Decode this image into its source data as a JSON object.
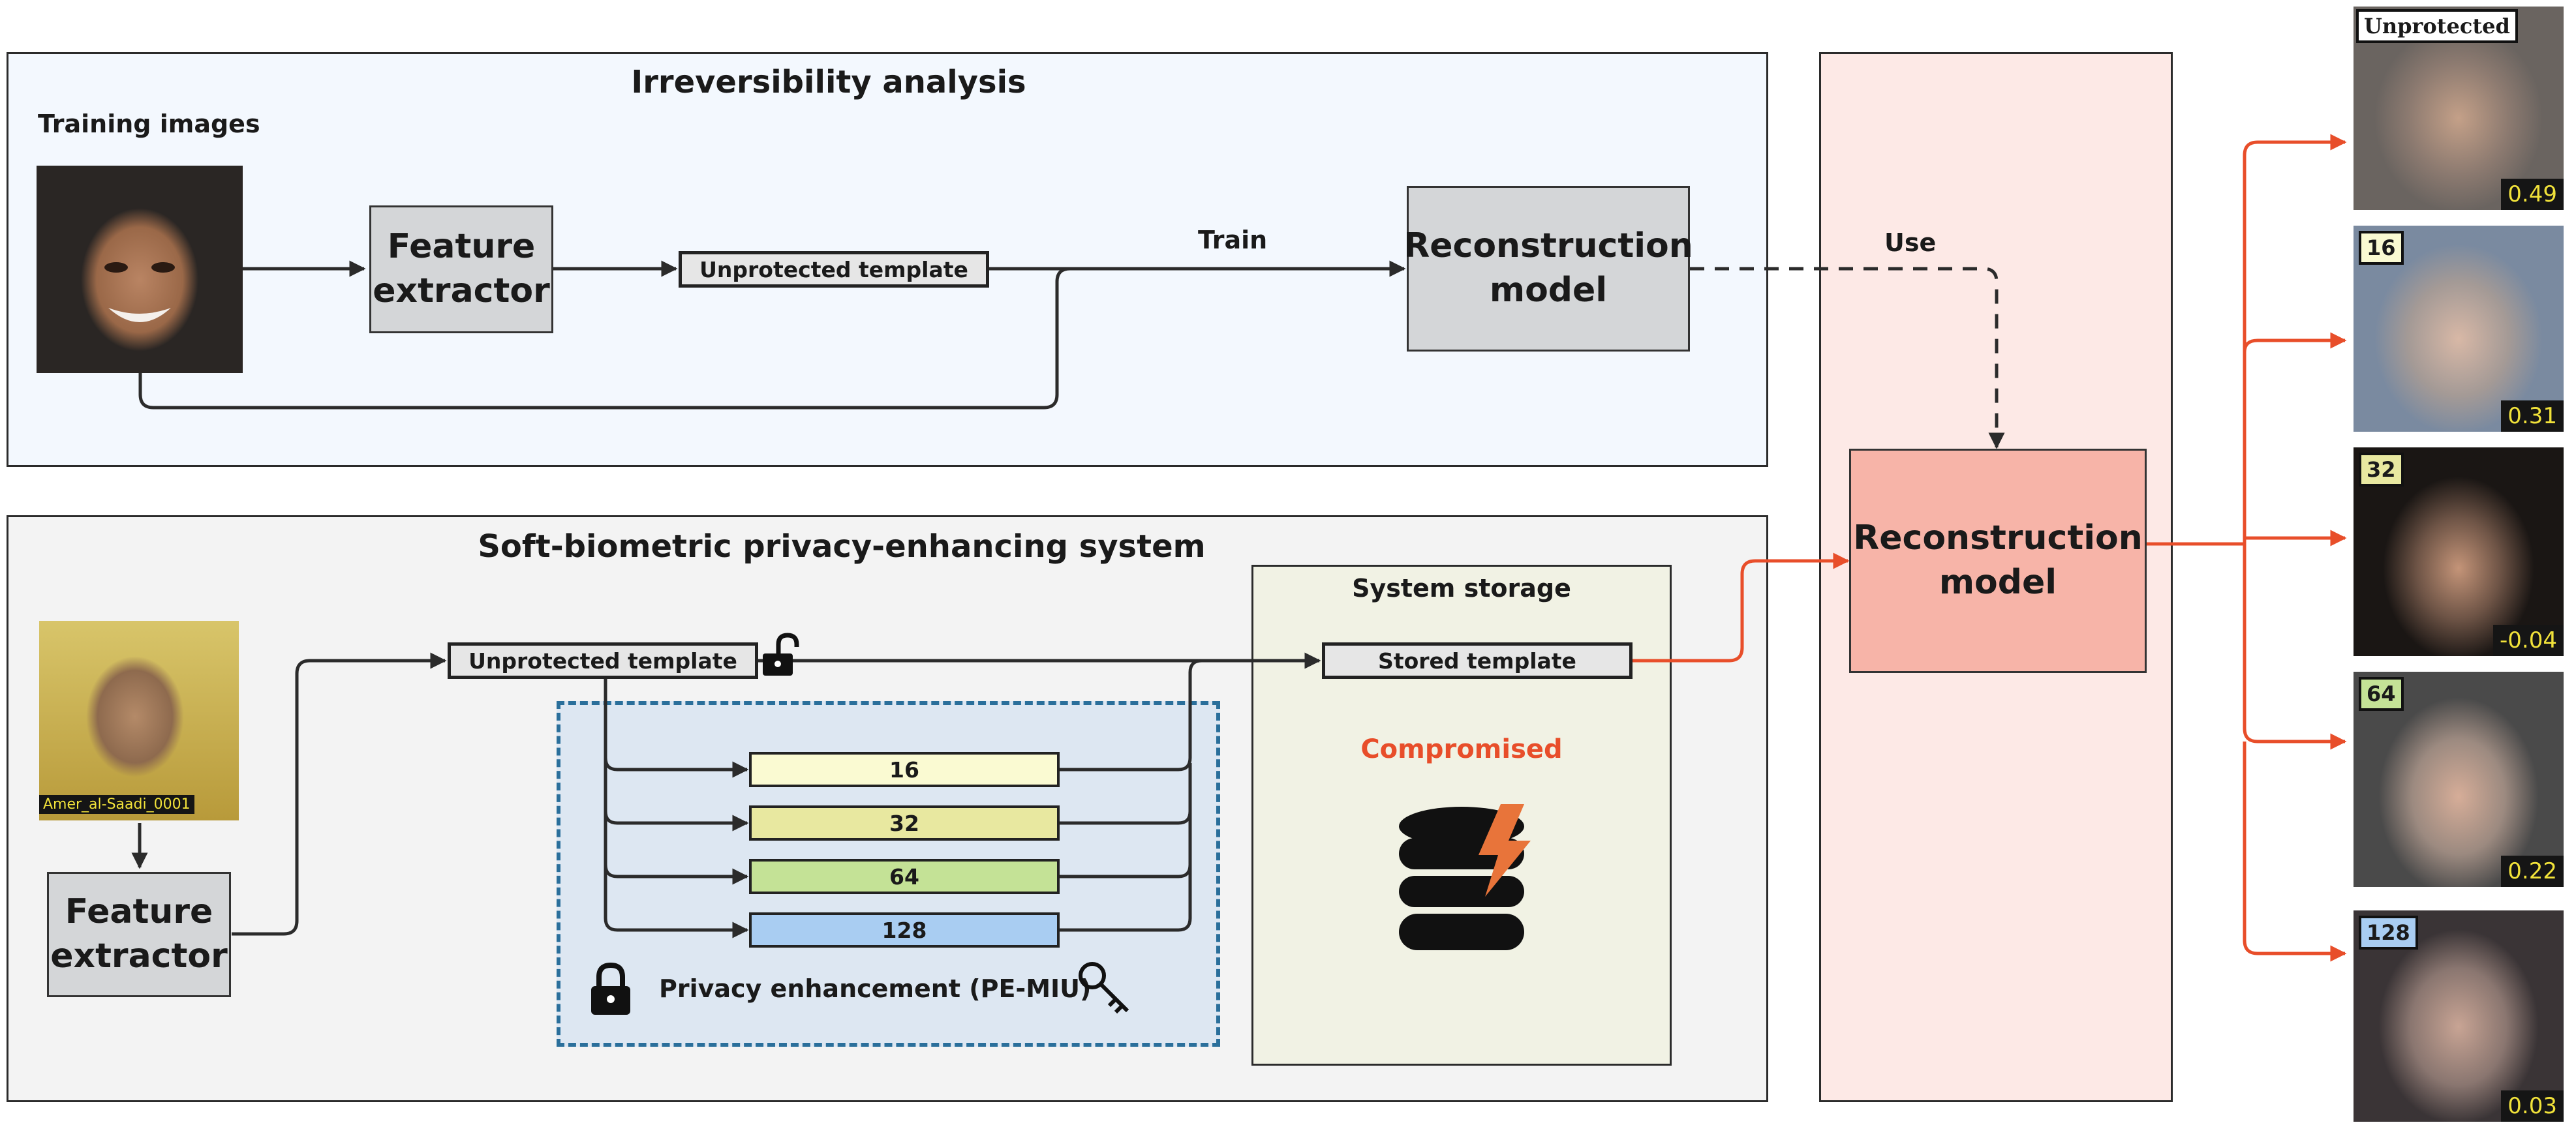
{
  "top_panel": {
    "title": "Irreversibility analysis",
    "training_label": "Training images",
    "feature_extractor": "Feature extractor",
    "template": "Unprotected template",
    "train_label": "Train",
    "reconstruction_model": "Reconstruction model"
  },
  "bottom_panel": {
    "title": "Soft-biometric privacy-enhancing system",
    "subject_caption": "Amer_al-Saadi_0001",
    "feature_extractor": "Feature extractor",
    "template": "Unprotected template",
    "pe_levels": [
      "16",
      "32",
      "64",
      "128"
    ],
    "pe_colors": [
      "#fafad2",
      "#e8e8a0",
      "#c4e296",
      "#a9cdf2"
    ],
    "pe_label": "Privacy enhancement (PE-MIU)"
  },
  "storage": {
    "title": "System storage",
    "stored_template": "Stored template",
    "compromised": "Compromised"
  },
  "right_panel": {
    "use_label": "Use",
    "reconstruction_model": "Reconstruction model"
  },
  "results": [
    {
      "tag": "Unprotected",
      "score": "0.49",
      "tag_color": "#ffffff"
    },
    {
      "tag": "16",
      "score": "0.31",
      "tag_color": "#fafad2"
    },
    {
      "tag": "32",
      "score": "-0.04",
      "tag_color": "#e8e8a0"
    },
    {
      "tag": "64",
      "score": "0.22",
      "tag_color": "#c4e296"
    },
    {
      "tag": "128",
      "score": "0.03",
      "tag_color": "#a9cdf2"
    }
  ],
  "colors": {
    "accent_red": "#e84e2a",
    "top_panel_bg": "#f3f8fe",
    "bottom_panel_bg": "#f3f3f3",
    "storage_bg": "#f1f2e4",
    "right_panel_bg": "#fde9e6",
    "recon_box_bg": "#f7b4a8",
    "pe_region_bg": "#dde7f2",
    "pe_border": "#2a6f9b"
  }
}
